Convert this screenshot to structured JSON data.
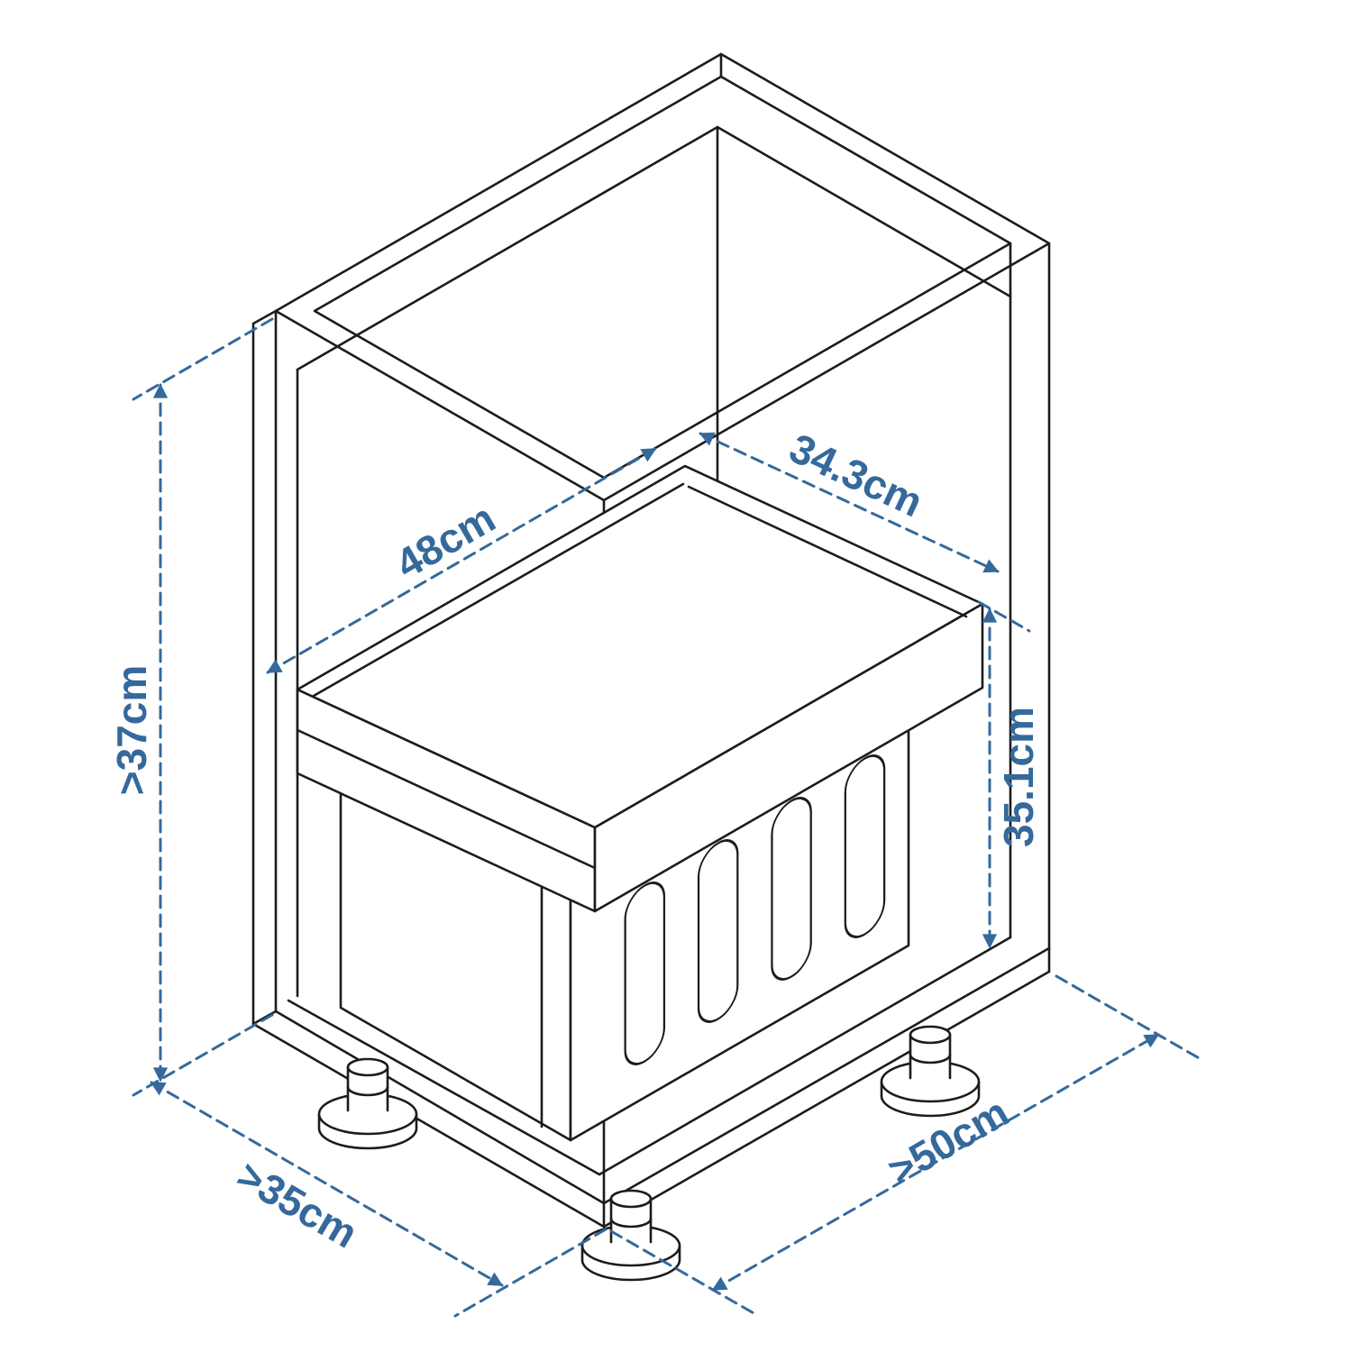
{
  "diagram": {
    "type": "isometric_technical_drawing",
    "subject": "Pull-out kitchen waste bin mounted inside a base cabinet with adjustable feet",
    "background_color": "#ffffff",
    "line_color": "#1c1c1c",
    "dimension_color": "#35699c",
    "labels": {
      "cabinet_min_height": ">37cm",
      "bin_depth": "48cm",
      "bin_width": "34.3cm",
      "bin_height": "35.1cm",
      "cabinet_min_width": ">35cm",
      "cabinet_min_depth": ">50cm"
    }
  }
}
